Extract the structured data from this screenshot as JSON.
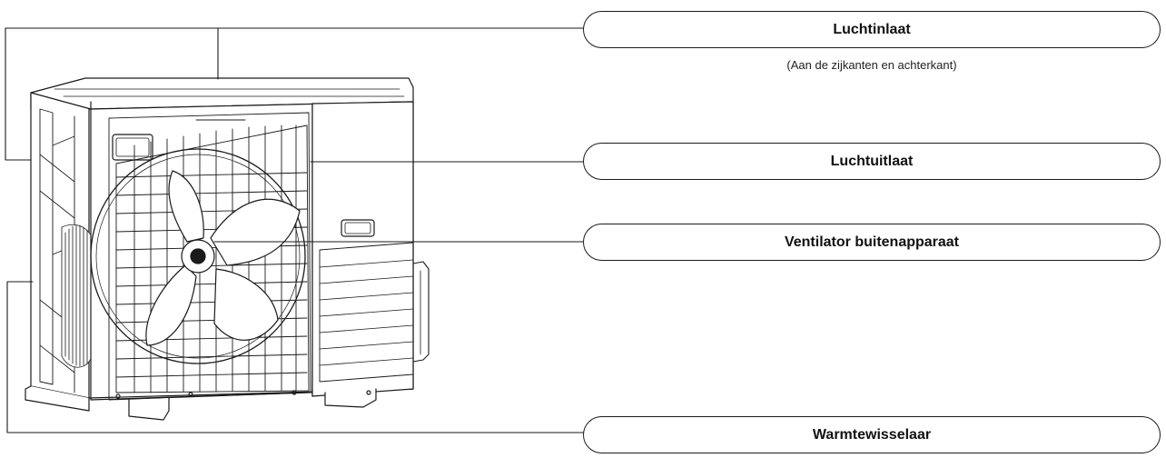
{
  "labels": {
    "air_inlet": "Luchtinlaat",
    "air_inlet_note": "(Aan de zijkanten en achterkant)",
    "air_outlet": "Luchtuitlaat",
    "fan": "Ventilator buitenapparaat",
    "heat_exchanger": "Warmtewisselaar"
  },
  "colors": {
    "line": "#1a1a1a",
    "background": "#ffffff"
  }
}
